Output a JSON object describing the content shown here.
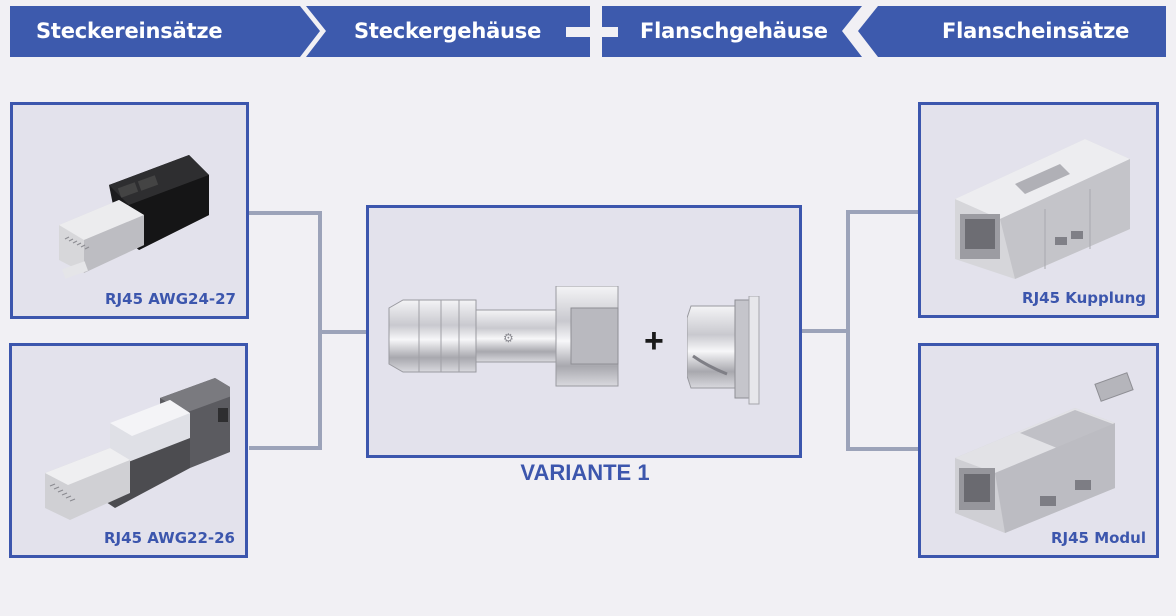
{
  "banner": {
    "segments": [
      {
        "label": "Steckereinsätze",
        "direction": "right"
      },
      {
        "label": "Steckergehäuse",
        "direction": "none"
      },
      {
        "label": "Flanschgehäuse",
        "direction": "none"
      },
      {
        "label": "Flanscheinsätze",
        "direction": "left"
      }
    ],
    "join_symbol": "+",
    "color": "#3d5aad"
  },
  "left_inserts": [
    {
      "label": "RJ45 AWG24-27",
      "image": "rj45-plug-black-icon"
    },
    {
      "label": "RJ45 AWG22-26",
      "image": "rj45-plug-grey-icon"
    }
  ],
  "center": {
    "label": "VARIANTE 1",
    "plus": "+",
    "images": [
      "metal-plug-housing-icon",
      "flange-housing-icon"
    ]
  },
  "right_inserts": [
    {
      "label": "RJ45 Kupplung",
      "image": "rj45-coupler-icon"
    },
    {
      "label": "RJ45 Modul",
      "image": "rj45-module-icon"
    }
  ],
  "colors": {
    "accent": "#3c56ad",
    "connector_line": "#9ca3b9",
    "box_fill": "#e3e2ec",
    "background": "#f1f0f4"
  }
}
